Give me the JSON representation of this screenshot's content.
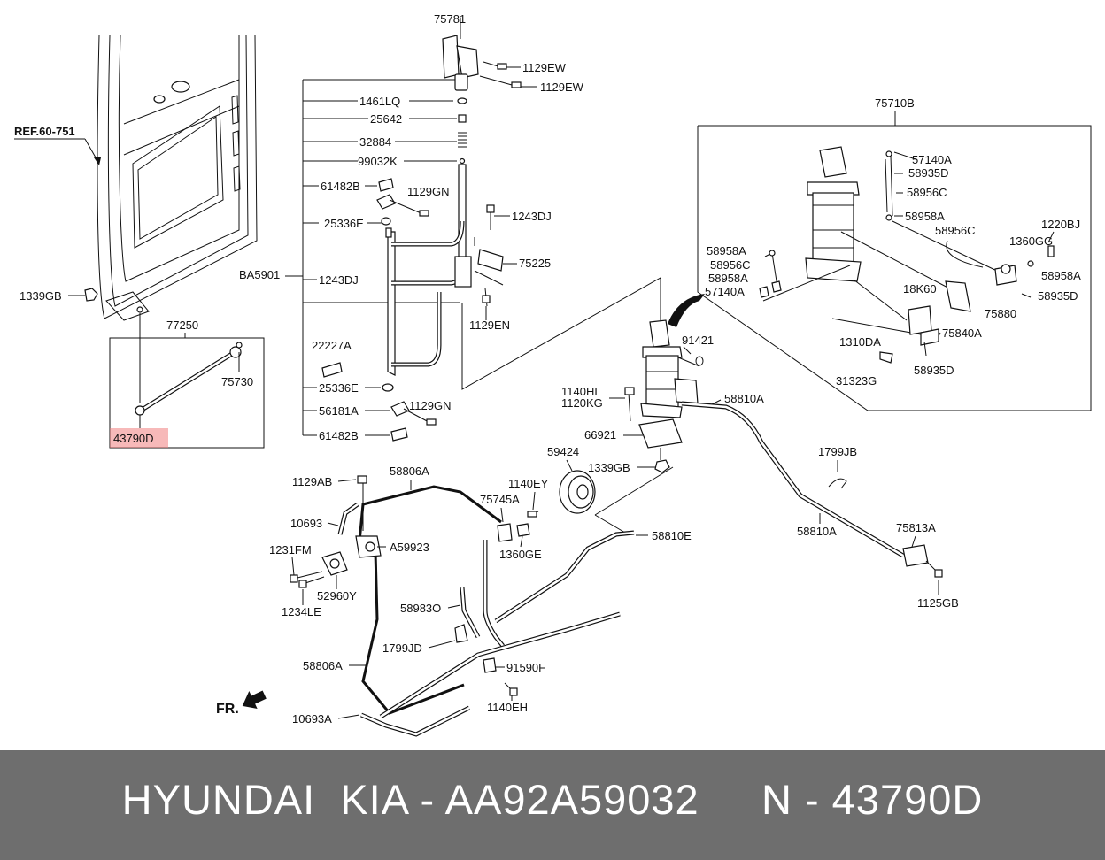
{
  "diagram": {
    "highlight_color": "#f08080",
    "highlighted_part": "43790D",
    "ref_label": "REF.60-751",
    "front_marker": "FR.",
    "labels": {
      "l75781": "75781",
      "l1129EW_1": "1129EW",
      "l1129EW_2": "1129EW",
      "l1461LQ": "1461LQ",
      "l25642": "25642",
      "l32884": "32884",
      "l99032K": "99032K",
      "l61482B_1": "61482B",
      "l1129GN_1": "1129GN",
      "l25336E_1": "25336E",
      "lBA5901": "BA5901",
      "l1243DJ_1": "1243DJ",
      "l1243DJ_2": "1243DJ",
      "l75225": "75225",
      "l1129EN": "1129EN",
      "l22227A": "22227A",
      "l25336E_2": "25336E",
      "l56181A": "56181A",
      "l1129GN_2": "1129GN",
      "l61482B_2": "61482B",
      "l1339GB_1": "1339GB",
      "l77250": "77250",
      "l75730": "75730",
      "l43790D": "43790D",
      "l75710B": "75710B",
      "l57140A_1": "57140A",
      "l58935D_1": "58935D",
      "l58956C_1": "58956C",
      "l58958A_1": "58958A",
      "l58956C_2": "58956C",
      "l1220BJ": "1220BJ",
      "l1360GG": "1360GG",
      "l58958A_2": "58958A",
      "l58958A_3": "58958A",
      "l58956C_3": "58956C",
      "l58958A_4": "58958A",
      "l57140A_2": "57140A",
      "l18K60": "18K60",
      "l58935D_2": "58935D",
      "l75880": "75880",
      "l75840A": "75840A",
      "l1310DA": "1310DA",
      "l31323G": "31323G",
      "l58935D_3": "58935D",
      "l91421": "91421",
      "l1140HL": "1140HL",
      "l1120KG": "1120KG",
      "l58810A_1": "58810A",
      "l66921": "66921",
      "l59424": "59424",
      "l1339GB_2": "1339GB",
      "l1799JB": "1799JB",
      "l58810A_2": "58810A",
      "l75813A": "75813A",
      "l1125GB": "1125GB",
      "l58810E": "58810E",
      "l1129AB": "1129AB",
      "l58806A_1": "58806A",
      "l1140EY": "1140EY",
      "l75745A": "75745A",
      "l10693": "10693",
      "lA59923": "A59923",
      "l1360GE": "1360GE",
      "l1231FM": "1231FM",
      "l52960Y": "52960Y",
      "l1234LE": "1234LE",
      "l58983O": "58983O",
      "l1799JD": "1799JD",
      "l91590F": "91590F",
      "l58806A_2": "58806A",
      "l1140EH": "1140EH",
      "l10693A": "10693A"
    }
  },
  "banner": {
    "text": "HYUNDAI  KIA - AA92A59032     N - 43790D",
    "background": "#6e6e6e",
    "text_color": "#ffffff"
  }
}
